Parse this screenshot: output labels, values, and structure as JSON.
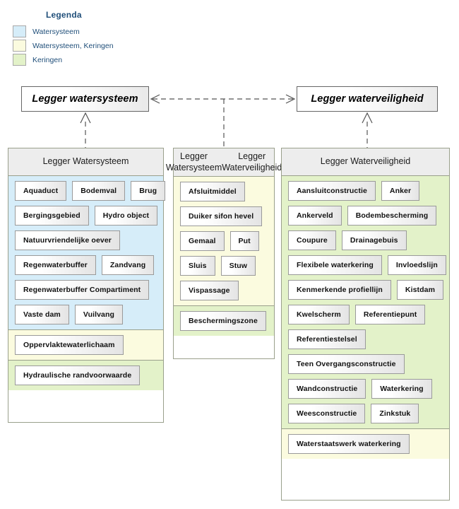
{
  "legend": {
    "title": "Legenda",
    "items": [
      {
        "label": "Watersysteem",
        "color": "#d6edf9"
      },
      {
        "label": "Watersysteem, Keringen",
        "color": "#fbfbdf"
      },
      {
        "label": "Keringen",
        "color": "#e3f2c9"
      }
    ]
  },
  "titles": {
    "left": "Legger watersysteem",
    "right": "Legger waterveiligheid"
  },
  "columns": [
    {
      "header": "Legger Watersysteem",
      "header_line2": "",
      "sections": [
        {
          "type": "sys",
          "rows": [
            [
              "Aquaduct",
              "Bodemval",
              "Brug"
            ],
            [
              "Bergingsgebied",
              "Hydro object"
            ],
            [
              "Natuurvriendelijke oever"
            ],
            [
              "Regenwaterbuffer",
              "Zandvang"
            ],
            [
              "Regenwaterbuffer Compartiment"
            ],
            [
              "Vaste dam",
              "Vuilvang"
            ]
          ]
        },
        {
          "type": "sys-ker",
          "rows": [
            [
              "Oppervlaktewaterlichaam"
            ]
          ]
        },
        {
          "type": "ker",
          "rows": [
            [
              "Hydraulische randvoorwaarde"
            ]
          ]
        }
      ]
    },
    {
      "header": "Legger Watersysteem",
      "header_line2": "Legger Waterveiligheid",
      "sections": [
        {
          "type": "sys-ker",
          "rows": [
            [
              "Afsluitmiddel"
            ],
            [
              "Duiker sifon hevel"
            ],
            [
              "Gemaal",
              "Put"
            ],
            [
              "Sluis",
              "Stuw"
            ],
            [
              "Vispassage"
            ]
          ]
        },
        {
          "type": "ker",
          "rows": [
            [
              "Beschermingszone"
            ]
          ]
        }
      ]
    },
    {
      "header": "Legger Waterveiligheid",
      "header_line2": "",
      "sections": [
        {
          "type": "ker",
          "rows": [
            [
              "Aansluitconstructie",
              "Anker"
            ],
            [
              "Ankerveld",
              "Bodembescherming"
            ],
            [
              "Coupure",
              "Drainagebuis"
            ],
            [
              "Flexibele waterkering",
              "Invloedslijn"
            ],
            [
              "Kenmerkende profiellijn",
              "Kistdam"
            ],
            [
              "Kwelscherm",
              "Referentiepunt"
            ],
            [
              "Referentiestelsel"
            ],
            [
              "Teen Overgangsconstructie"
            ],
            [
              "Wandconstructie",
              "Waterkering"
            ],
            [
              "Weesconstructie",
              "Zinkstuk"
            ]
          ]
        },
        {
          "type": "sys-ker",
          "rows": [
            [
              "Waterstaatswerk waterkering"
            ]
          ]
        }
      ]
    }
  ]
}
